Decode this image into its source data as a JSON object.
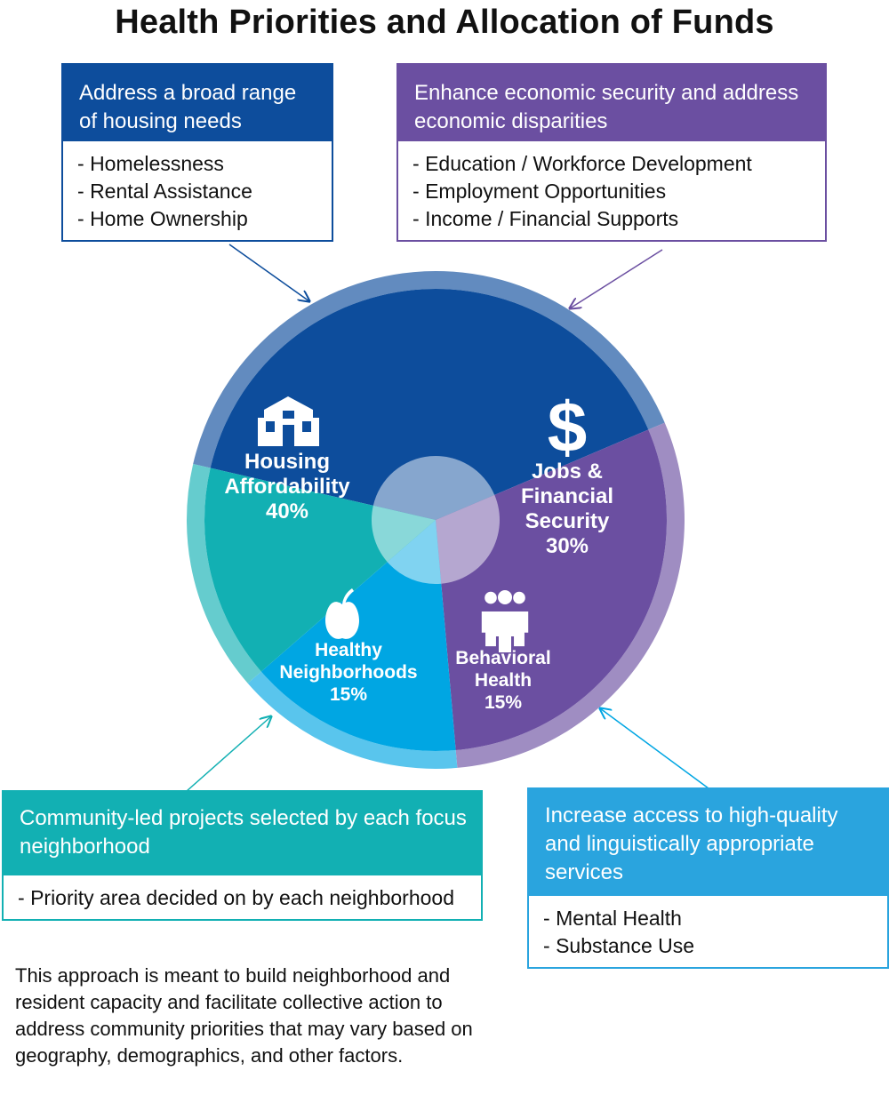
{
  "title": "Health Priorities and Allocation of Funds",
  "colors": {
    "housing": "#0d4d9c",
    "jobs": "#6b4fa1",
    "healthy": "#12b0b3",
    "behavioral": "#00a6e3"
  },
  "boxes": {
    "housing": {
      "heading": "Address a broad range of housing needs",
      "items": [
        "Homelessness",
        "Rental Assistance",
        "Home Ownership"
      ]
    },
    "jobs": {
      "heading": "Enhance economic security and address economic disparities",
      "items": [
        "Education / Workforce Development",
        "Employment Opportunities",
        "Income / Financial Supports"
      ]
    },
    "healthy": {
      "heading": "Community-led projects selected by each focus neighborhood",
      "items": [
        "Priority area decided on by each neighborhood"
      ]
    },
    "behavioral": {
      "heading": "Increase access to high-quality and linguistically appropriate services",
      "items": [
        "Mental Health",
        "Substance Use"
      ]
    }
  },
  "note": "This approach is meant to build neighborhood and resident capacity and facilitate collective action to address community priorities that may vary based on geography, demographics, and other factors.",
  "chart_data": {
    "type": "pie",
    "title": "Health Priorities and Allocation of Funds",
    "slices": [
      {
        "key": "housing",
        "label_lines": [
          "Housing",
          "Affordability"
        ],
        "pct": "40%",
        "value": 40,
        "color": "#0d4d9c",
        "icon": "house-icon"
      },
      {
        "key": "jobs",
        "label_lines": [
          "Jobs &",
          "Financial",
          "Security"
        ],
        "pct": "30%",
        "value": 30,
        "color": "#6b4fa1",
        "icon": "dollar-icon"
      },
      {
        "key": "behavioral",
        "label_lines": [
          "Behavioral",
          "Health"
        ],
        "pct": "15%",
        "value": 15,
        "color": "#00a6e3",
        "icon": "people-icon"
      },
      {
        "key": "healthy",
        "label_lines": [
          "Healthy",
          "Neighborhoods"
        ],
        "pct": "15%",
        "value": 15,
        "color": "#12b0b3",
        "icon": "apple-icon"
      }
    ]
  }
}
